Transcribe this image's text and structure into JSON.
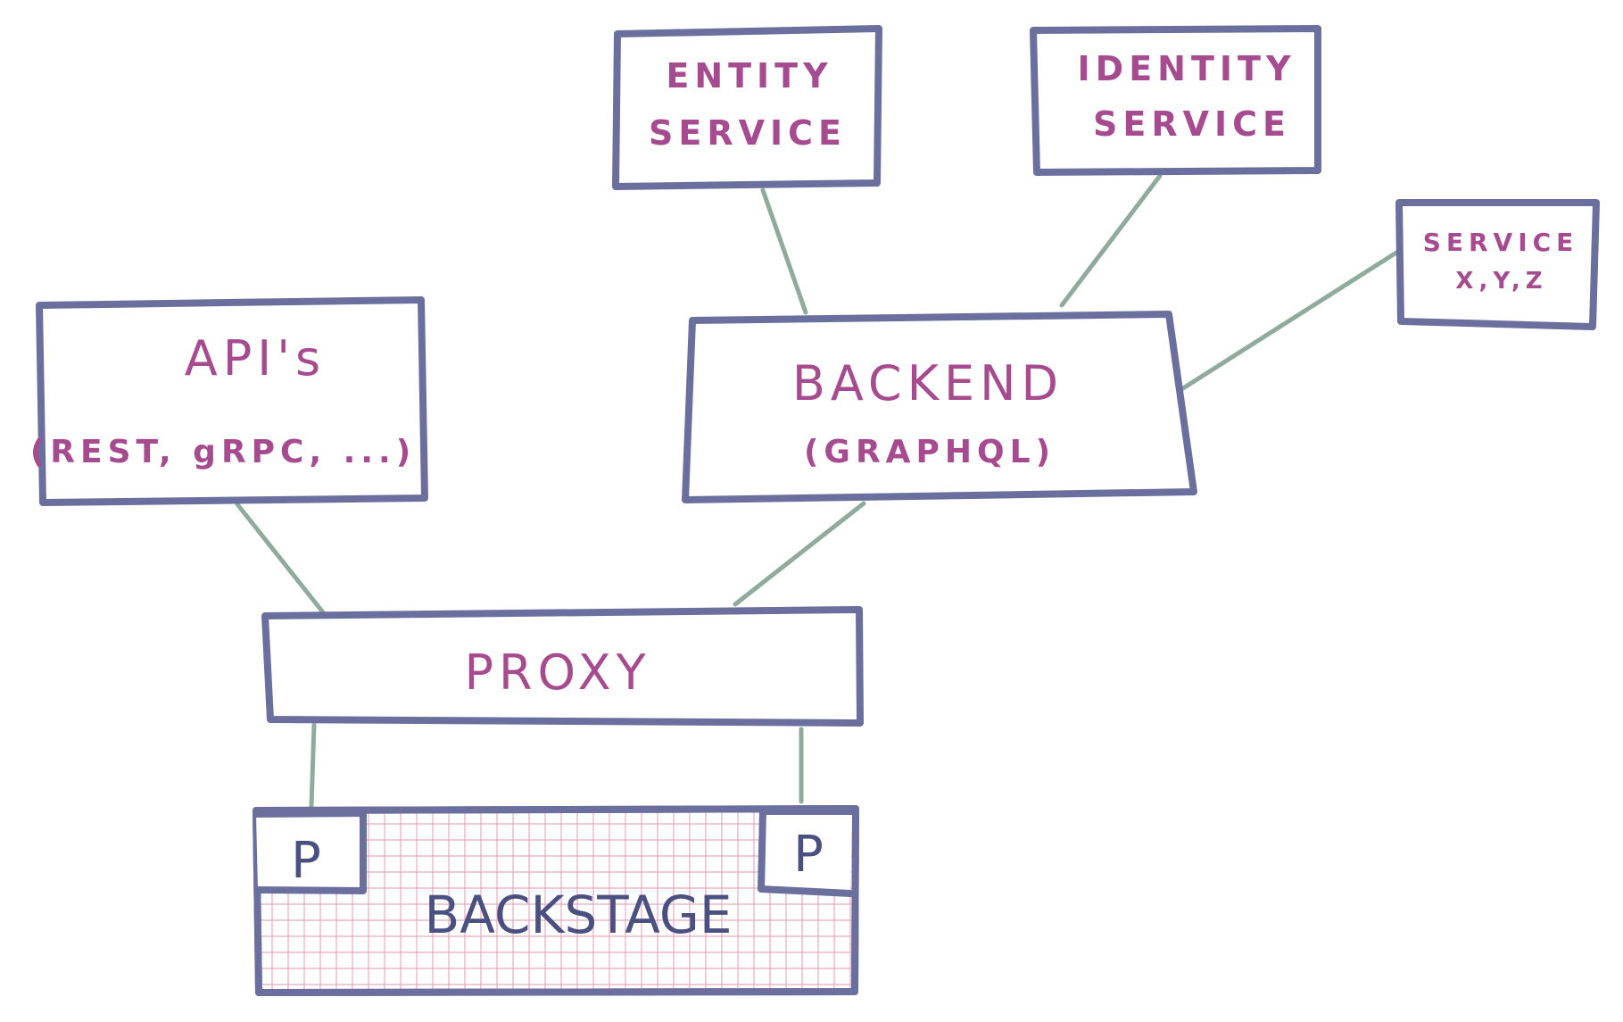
{
  "nodes": {
    "entity_service": {
      "line1": "ENTITY",
      "line2": "SERVICE"
    },
    "identity_service": {
      "line1": "IDENTITY",
      "line2": "SERVICE"
    },
    "service_xyz": {
      "line1": "SERVICE",
      "line2": "X,Y,Z"
    },
    "apis": {
      "line1": "API's",
      "line2": "(REST, gRPC, ...)"
    },
    "backend": {
      "line1": "BACKEND",
      "line2": "(GRAPHQL)"
    },
    "proxy": {
      "line1": "PROXY"
    },
    "backstage": {
      "line1": "BACKSTAGE",
      "plugin_left": "P",
      "plugin_right": "P"
    }
  },
  "colors": {
    "box_stroke": "#6b6f9e",
    "label_text": "#a64b8f",
    "connector": "#8fab9d",
    "grid": "#e7a9bf",
    "backstage_text": "#4a5080"
  }
}
